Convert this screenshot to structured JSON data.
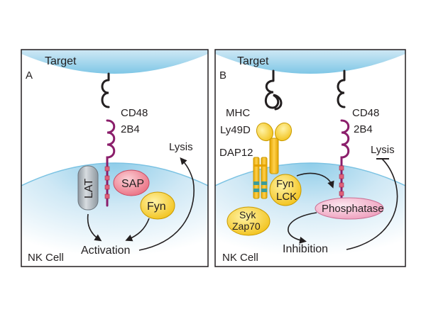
{
  "panel_a": {
    "letter": "A",
    "target": "Target",
    "receptor_ligand": "CD48",
    "receptor": "2B4",
    "lysis": "Lysis",
    "lat": "LAT",
    "sap": "SAP",
    "fyn": "Fyn",
    "activation": "Activation",
    "cell": "NK Cell"
  },
  "panel_b": {
    "letter": "B",
    "target": "Target",
    "mhc": "MHC",
    "ly49d": "Ly49D",
    "dap12": "DAP12",
    "receptor_ligand": "CD48",
    "receptor": "2B4",
    "lysis": "Lysis",
    "fyn": "Fyn",
    "lck": "LCK",
    "syk": "Syk",
    "zap70": "Zap70",
    "phosphatase": "Phosphatase",
    "inhibition": "Inhibition",
    "cell": "NK Cell"
  },
  "colors": {
    "membrane_fill": "#cfe8f5",
    "target_fill": "#cfe8f5",
    "receptor_purple": "#8b1e6b",
    "itsm_pink": "#e0607a",
    "sap_fill": "#f28c9a",
    "fyn_fill": "#f5d03b",
    "lat_fill": "#a9b1b8",
    "phosphatase_fill": "#f2b6cf",
    "dap12_fill": "#f5b800",
    "itam_teal": "#3a9c9a"
  }
}
